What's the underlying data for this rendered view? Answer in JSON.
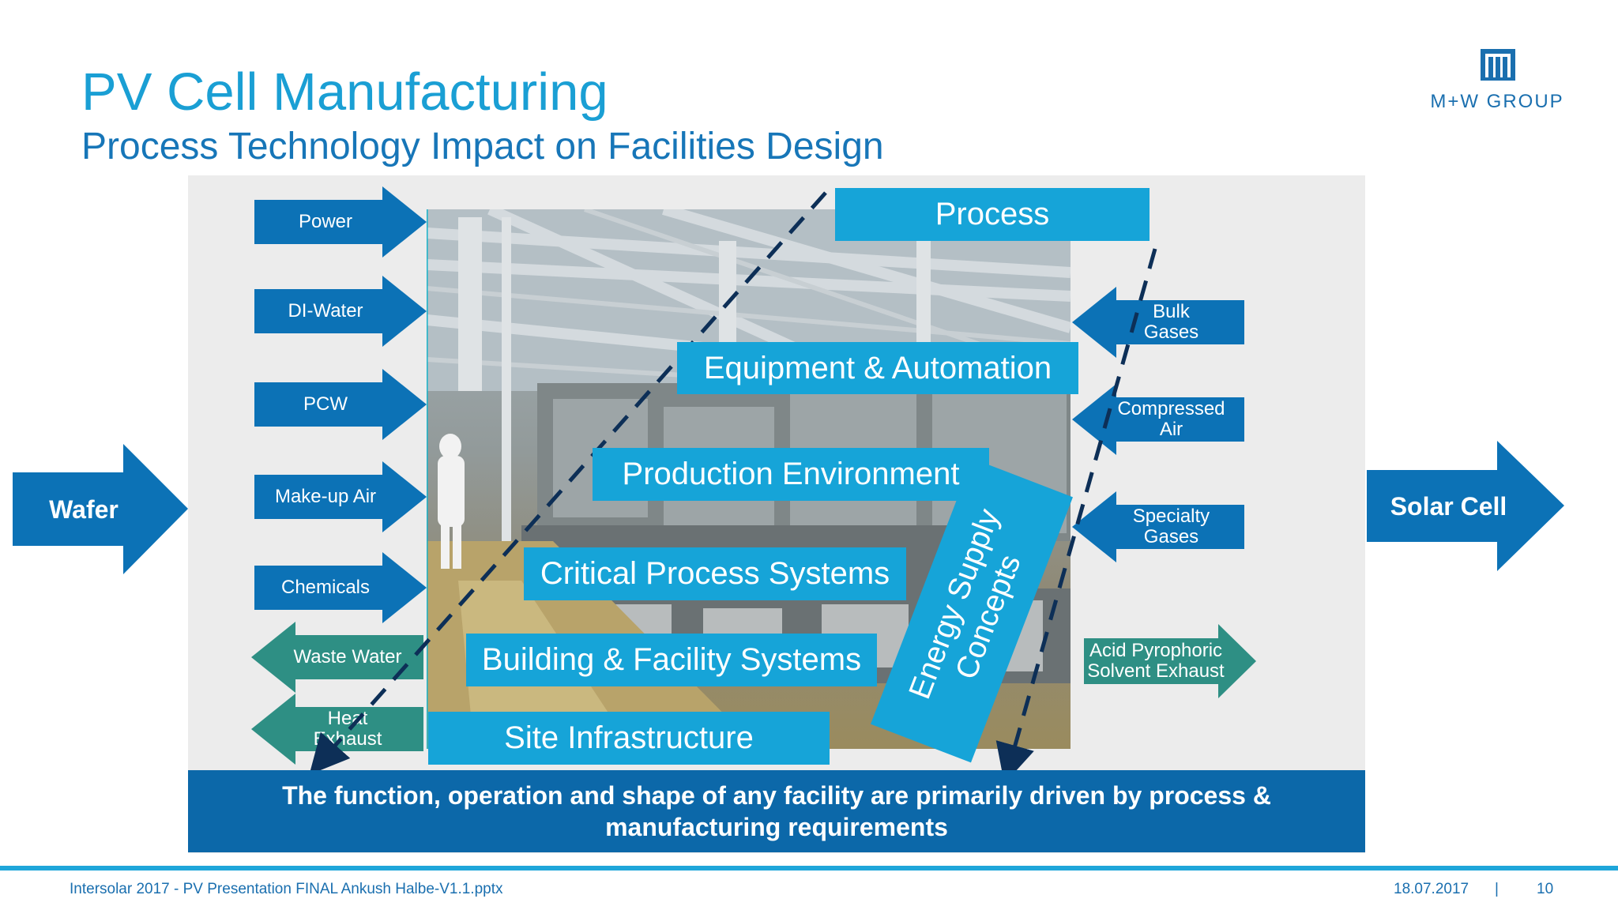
{
  "slide": {
    "title": "PV Cell Manufacturing",
    "subtitle": "Process Technology Impact on Facilities Design",
    "logo_text": "M+W GROUP",
    "colors": {
      "title": "#1a9fd4",
      "subtitle": "#1776b8",
      "input_arrow": "#0c72b6",
      "output_arrow": "#2e8f84",
      "box": "#16a4d8",
      "bottom_bar": "#0c68a9"
    }
  },
  "diagram": {
    "wafer": "Wafer",
    "solar_cell": "Solar Cell",
    "inputs_left": [
      "Power",
      "DI-Water",
      "PCW",
      "Make-up Air",
      "Chemicals"
    ],
    "outputs_left": [
      "Waste Water",
      "Heat\nExhaust"
    ],
    "inputs_right": [
      "Bulk\nGases",
      "Compressed\nAir",
      "Specialty\nGases"
    ],
    "output_right": "Acid Pyrophoric\nSolvent Exhaust",
    "layers": [
      "Process",
      "Equipment & Automation",
      "Production Environment",
      "Critical Process Systems",
      "Building & Facility Systems",
      "Site Infrastructure"
    ],
    "energy": "Energy Supply\nConcepts",
    "statement": "The function, operation and shape of any facility are primarily driven by process & manufacturing requirements"
  },
  "footer": {
    "file": "Intersolar 2017 - PV Presentation FINAL Ankush Halbe-V1.1.pptx",
    "date": "18.07.2017",
    "separator": "|",
    "page": "10"
  }
}
